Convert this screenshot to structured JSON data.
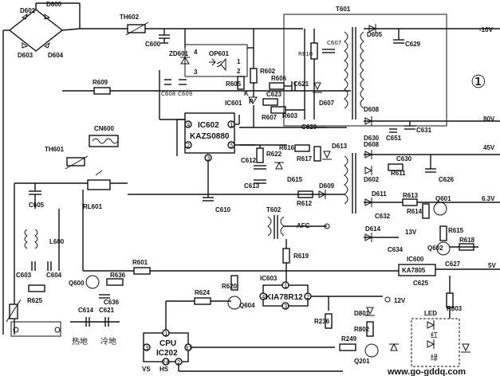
{
  "diagram": {
    "circle_marker": "①",
    "ics": {
      "ic602": {
        "name": "IC602",
        "part": "KAZS0880",
        "pins": [
          "4",
          "1",
          "2",
          "5",
          "3"
        ]
      },
      "ic603": {
        "name": "IC603",
        "part": "KIA78R12",
        "pins": [
          "1",
          "4",
          "2",
          "3"
        ]
      },
      "ic202": {
        "name": "IC202",
        "cpu": "CPU",
        "pins": [
          "1",
          "3",
          "24",
          "2",
          "31"
        ],
        "vs": "VS",
        "hs": "HS"
      },
      "ic600": {
        "name": "IC600",
        "part": "KA7805"
      },
      "op601": {
        "name": "OP601",
        "pins": [
          "4",
          "3",
          "1",
          "2"
        ]
      }
    },
    "voltages": {
      "v_neg10": "-10V",
      "v80": "80V",
      "v45": "45V",
      "v63": "6.3V",
      "v13": "13V",
      "v5": "5V",
      "v12": "12V",
      "afc": "AFC"
    },
    "transformers": {
      "t601": "T601",
      "t602": "T602",
      "l600": "L600"
    },
    "diodes": {
      "d600": "D600",
      "d602": "D602",
      "d603": "D603",
      "d604": "D604",
      "d605": "D605",
      "d607": "D607",
      "d608a": "D608",
      "d608b": "D608",
      "d630": "D630",
      "d602b": "D602",
      "d611": "D611",
      "d614": "D614",
      "d609": "D609",
      "d613": "D613",
      "d615": "D615",
      "d801": "D801",
      "zd601": "ZD601",
      "led": "LED"
    },
    "resistors": {
      "r609": "R609",
      "r610": "R610",
      "r602": "R602",
      "r605": "R605",
      "r606": "R606",
      "r607": "R607",
      "r603": "R603",
      "r616": "R616",
      "r617": "R617",
      "r622": "R622",
      "r612": "R612",
      "r611": "R611",
      "r613": "R613",
      "r614": "R614",
      "r615": "R615",
      "r618": "R618",
      "r619": "R619",
      "r601": "R601",
      "r636": "R636",
      "r620": "R620",
      "r624": "R624",
      "r625": "R625",
      "r236": "R236",
      "r802": "R802",
      "r803": "R803",
      "r249": "R249"
    },
    "capacitors": {
      "c600": "C600",
      "c607": "C607",
      "c608": "C608",
      "c609": "C609",
      "c629": "C629",
      "c621": "C621",
      "c623": "C623",
      "c620": "C620",
      "c631": "C631",
      "c651": "C651",
      "c630": "C630",
      "c626": "C626",
      "c612": "C612",
      "c613": "C613",
      "c610": "C610",
      "c605": "C605",
      "c632": "C632",
      "c634": "C634",
      "c627": "C627",
      "c625": "C625",
      "c603": "C603",
      "c604": "C604",
      "c636": "C636",
      "c614": "C614",
      "c621b": "C621"
    },
    "transistors": {
      "q601": "Q601",
      "q602": "Q602",
      "q600": "Q600",
      "q604": "Q604",
      "q201": "Q201"
    },
    "others": {
      "th602": "TH602",
      "th601": "TH601",
      "cn600": "CN600",
      "rl601": "RL601",
      "ic601": "IC601"
    },
    "ground_labels": {
      "hot": "热地",
      "cold": "冷地"
    },
    "led_labels": {
      "red": "红",
      "green": "绿"
    },
    "watermark": "www.go-gddq.com"
  }
}
